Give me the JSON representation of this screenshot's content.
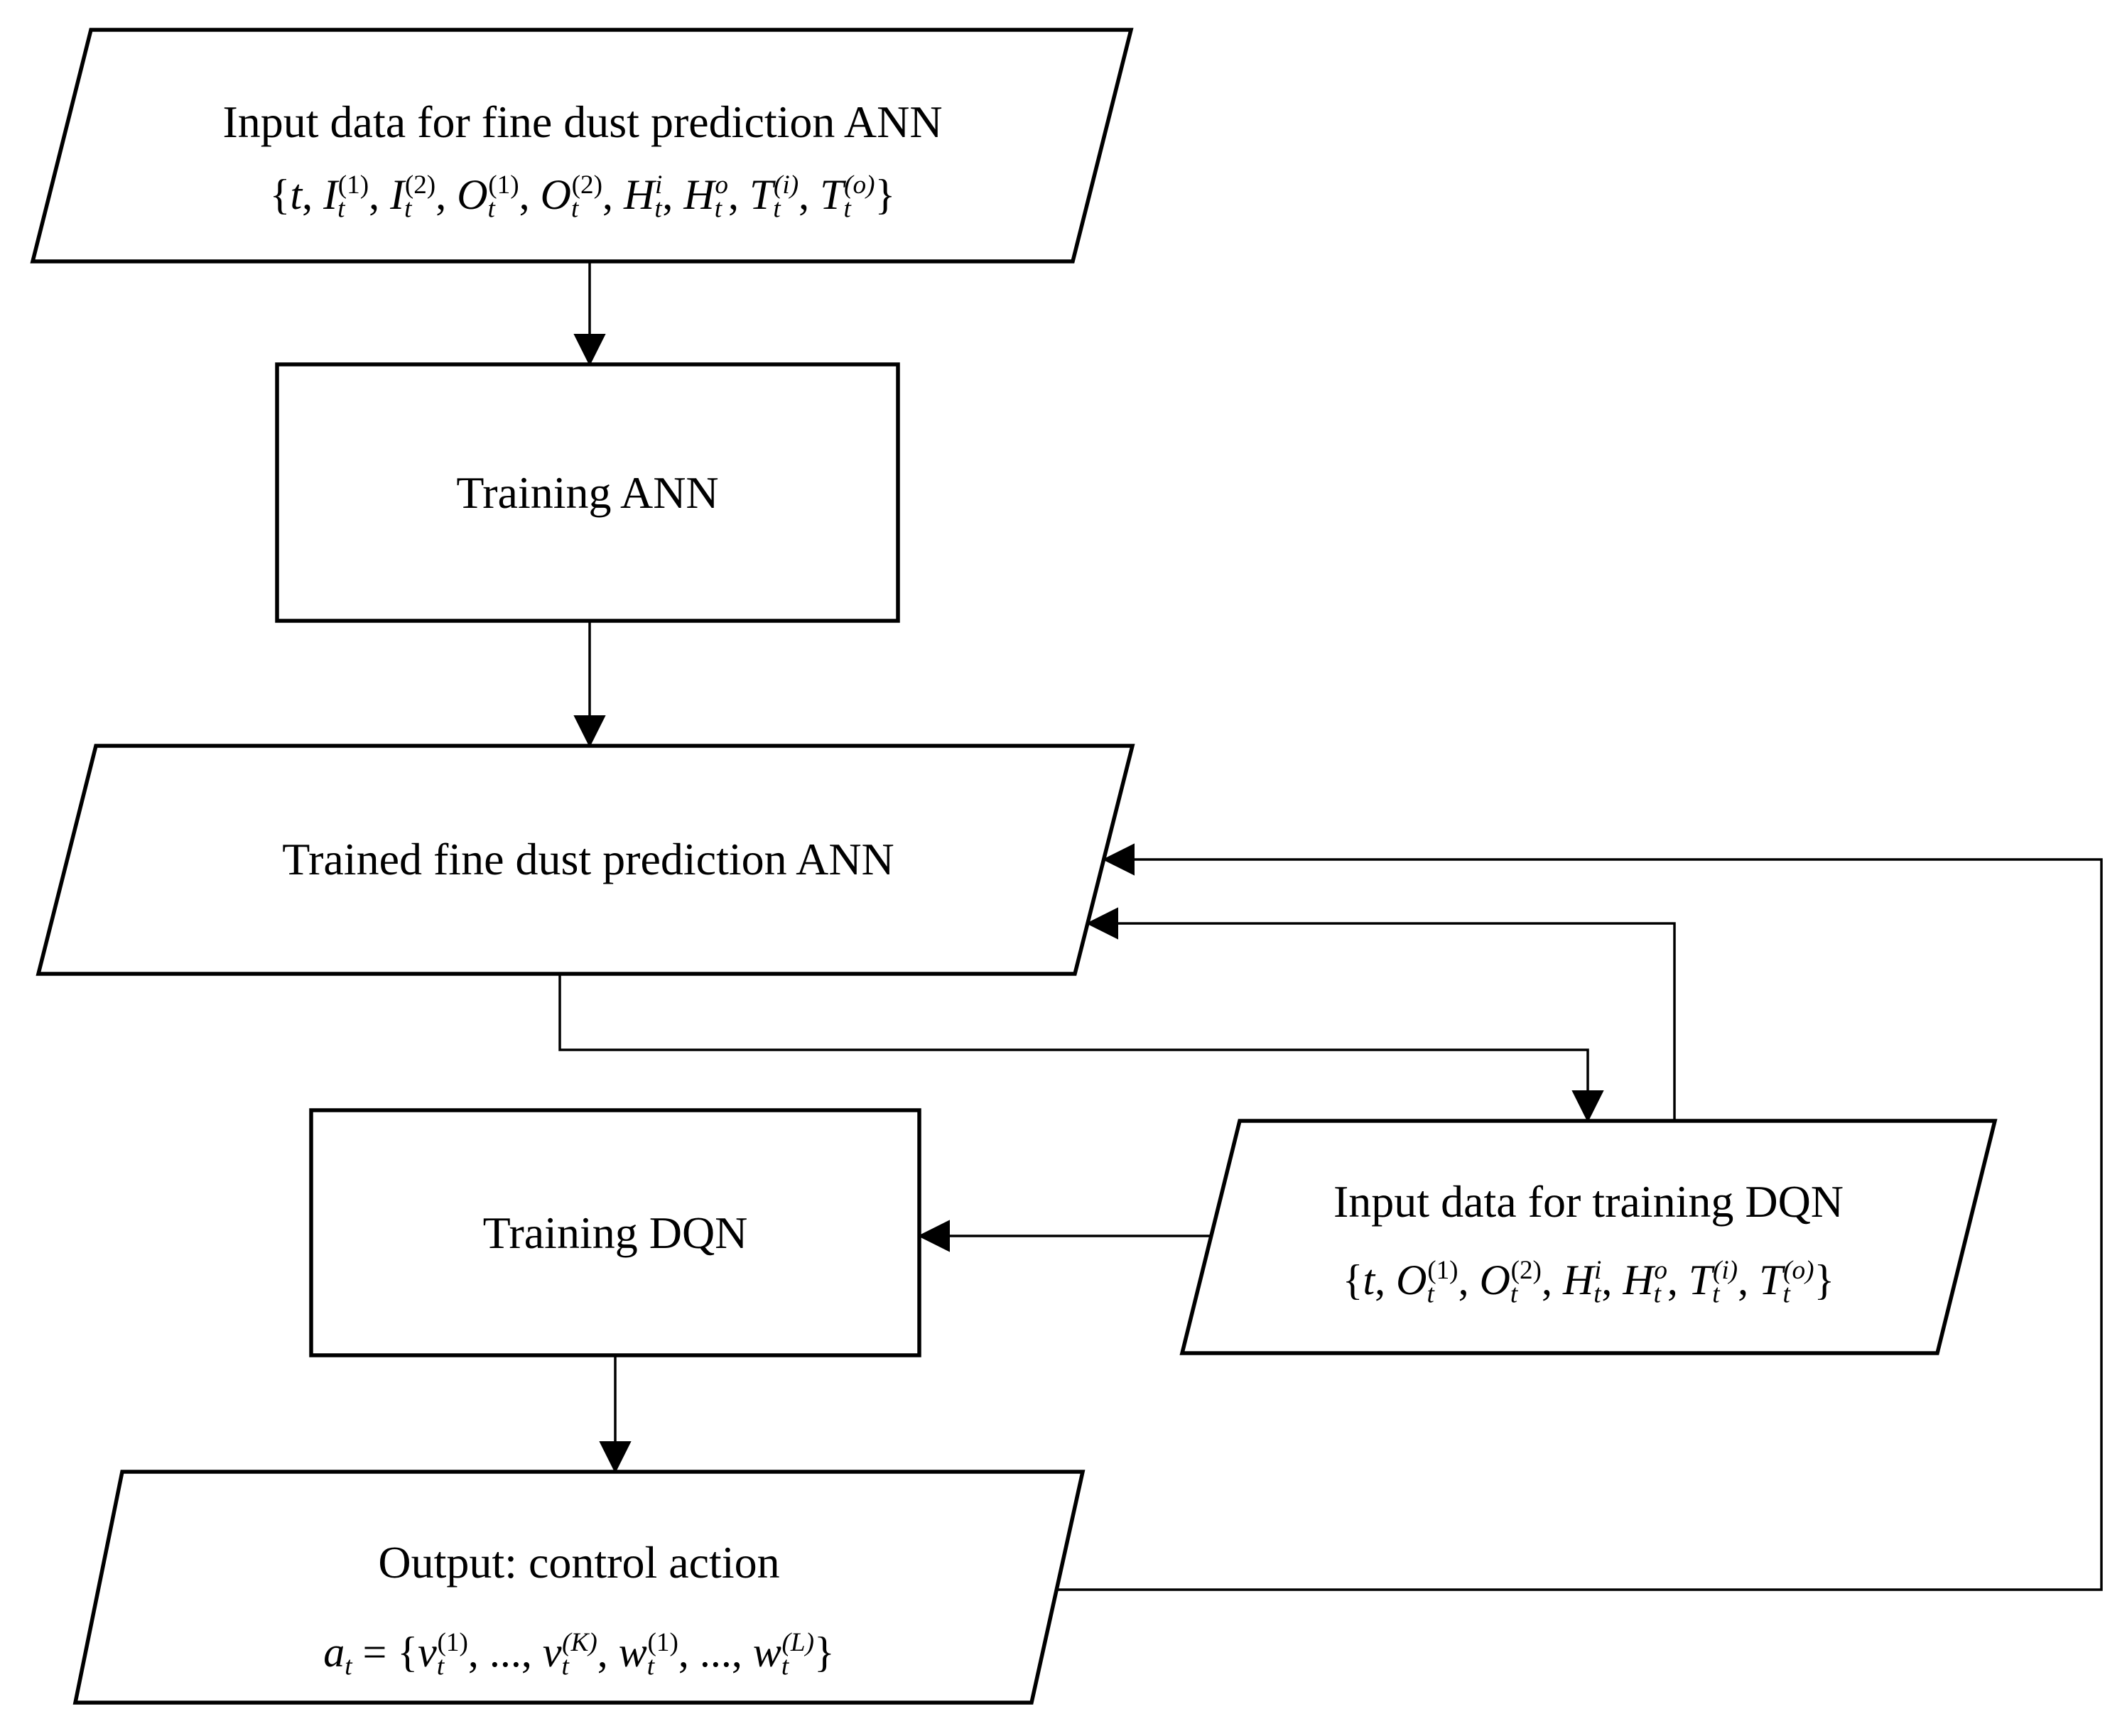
{
  "colors": {
    "ink": "#000000",
    "paper": "#ffffff"
  },
  "flowchart": {
    "nodes": {
      "input_ann": {
        "shape": "parallelogram",
        "label": "Input data for fine dust prediction ANN",
        "formula": [
          {
            "t": "{"
          },
          {
            "t": "t",
            "i": true
          },
          {
            "t": ", "
          },
          {
            "t": "I",
            "i": true
          },
          {
            "t": "t",
            "s": "sub",
            "i": true
          },
          {
            "t": "(1)",
            "s": "sup"
          },
          {
            "t": ", "
          },
          {
            "t": "I",
            "i": true
          },
          {
            "t": "t",
            "s": "sub",
            "i": true
          },
          {
            "t": "(2)",
            "s": "sup"
          },
          {
            "t": ", "
          },
          {
            "t": "O",
            "i": true
          },
          {
            "t": "t",
            "s": "sub",
            "i": true
          },
          {
            "t": "(1)",
            "s": "sup"
          },
          {
            "t": ", "
          },
          {
            "t": "O",
            "i": true
          },
          {
            "t": "t",
            "s": "sub",
            "i": true
          },
          {
            "t": "(2)",
            "s": "sup"
          },
          {
            "t": ", "
          },
          {
            "t": "H",
            "i": true
          },
          {
            "t": "t",
            "s": "sub",
            "i": true
          },
          {
            "t": "i",
            "s": "sup",
            "i": true
          },
          {
            "t": ", "
          },
          {
            "t": "H",
            "i": true
          },
          {
            "t": "t",
            "s": "sub",
            "i": true
          },
          {
            "t": "o",
            "s": "sup",
            "i": true
          },
          {
            "t": ", "
          },
          {
            "t": "T",
            "i": true
          },
          {
            "t": "t",
            "s": "sub",
            "i": true
          },
          {
            "t": "(i)",
            "s": "sup",
            "i": true
          },
          {
            "t": ", "
          },
          {
            "t": "T",
            "i": true
          },
          {
            "t": "t",
            "s": "sub",
            "i": true
          },
          {
            "t": "(o)",
            "s": "sup",
            "i": true
          },
          {
            "t": "}"
          }
        ]
      },
      "training_ann": {
        "shape": "rectangle",
        "label": "Training ANN"
      },
      "trained_ann": {
        "shape": "parallelogram",
        "label": "Trained fine dust prediction ANN"
      },
      "training_dqn": {
        "shape": "rectangle",
        "label": "Training DQN"
      },
      "input_dqn": {
        "shape": "parallelogram",
        "label": "Input data for training DQN",
        "formula": [
          {
            "t": "{"
          },
          {
            "t": "t",
            "i": true
          },
          {
            "t": ", "
          },
          {
            "t": "O",
            "i": true
          },
          {
            "t": "t",
            "s": "sub",
            "i": true
          },
          {
            "t": "(1)",
            "s": "sup"
          },
          {
            "t": ", "
          },
          {
            "t": "O",
            "i": true
          },
          {
            "t": "t",
            "s": "sub",
            "i": true
          },
          {
            "t": "(2)",
            "s": "sup"
          },
          {
            "t": ", "
          },
          {
            "t": "H",
            "i": true
          },
          {
            "t": "t",
            "s": "sub",
            "i": true
          },
          {
            "t": "i",
            "s": "sup",
            "i": true
          },
          {
            "t": ", "
          },
          {
            "t": "H",
            "i": true
          },
          {
            "t": "t",
            "s": "sub",
            "i": true
          },
          {
            "t": "o",
            "s": "sup",
            "i": true
          },
          {
            "t": ", "
          },
          {
            "t": "T",
            "i": true
          },
          {
            "t": "t",
            "s": "sub",
            "i": true
          },
          {
            "t": "(i)",
            "s": "sup",
            "i": true
          },
          {
            "t": ", "
          },
          {
            "t": "T",
            "i": true
          },
          {
            "t": "t",
            "s": "sub",
            "i": true
          },
          {
            "t": "(o)",
            "s": "sup",
            "i": true
          },
          {
            "t": "}"
          }
        ]
      },
      "output": {
        "shape": "parallelogram",
        "label": "Output: control action",
        "formula": [
          {
            "t": "a",
            "i": true
          },
          {
            "t": "t",
            "s": "sub",
            "i": true
          },
          {
            "t": " = {"
          },
          {
            "t": "v",
            "i": true
          },
          {
            "t": "t",
            "s": "sub",
            "i": true
          },
          {
            "t": "(1)",
            "s": "sup"
          },
          {
            "t": ", ..., "
          },
          {
            "t": "v",
            "i": true
          },
          {
            "t": "t",
            "s": "sub",
            "i": true
          },
          {
            "t": "(K)",
            "s": "sup",
            "i": true
          },
          {
            "t": ", "
          },
          {
            "t": "w",
            "i": true
          },
          {
            "t": "t",
            "s": "sub",
            "i": true
          },
          {
            "t": "(1)",
            "s": "sup"
          },
          {
            "t": ", ..., "
          },
          {
            "t": "w",
            "i": true
          },
          {
            "t": "t",
            "s": "sub",
            "i": true
          },
          {
            "t": "(L)",
            "s": "sup",
            "i": true
          },
          {
            "t": "}"
          }
        ]
      }
    },
    "edges": [
      {
        "from": "input_ann",
        "to": "training_ann",
        "arrow": true
      },
      {
        "from": "training_ann",
        "to": "trained_ann",
        "arrow": true
      },
      {
        "from": "trained_ann",
        "to": "input_dqn",
        "arrow": true
      },
      {
        "from": "input_dqn",
        "to": "training_dqn",
        "arrow": true
      },
      {
        "from": "training_dqn",
        "to": "output",
        "arrow": true
      },
      {
        "from": "input_dqn",
        "to": "trained_ann",
        "arrow": true
      },
      {
        "from": "output",
        "to": "trained_ann",
        "arrow": true
      }
    ]
  }
}
